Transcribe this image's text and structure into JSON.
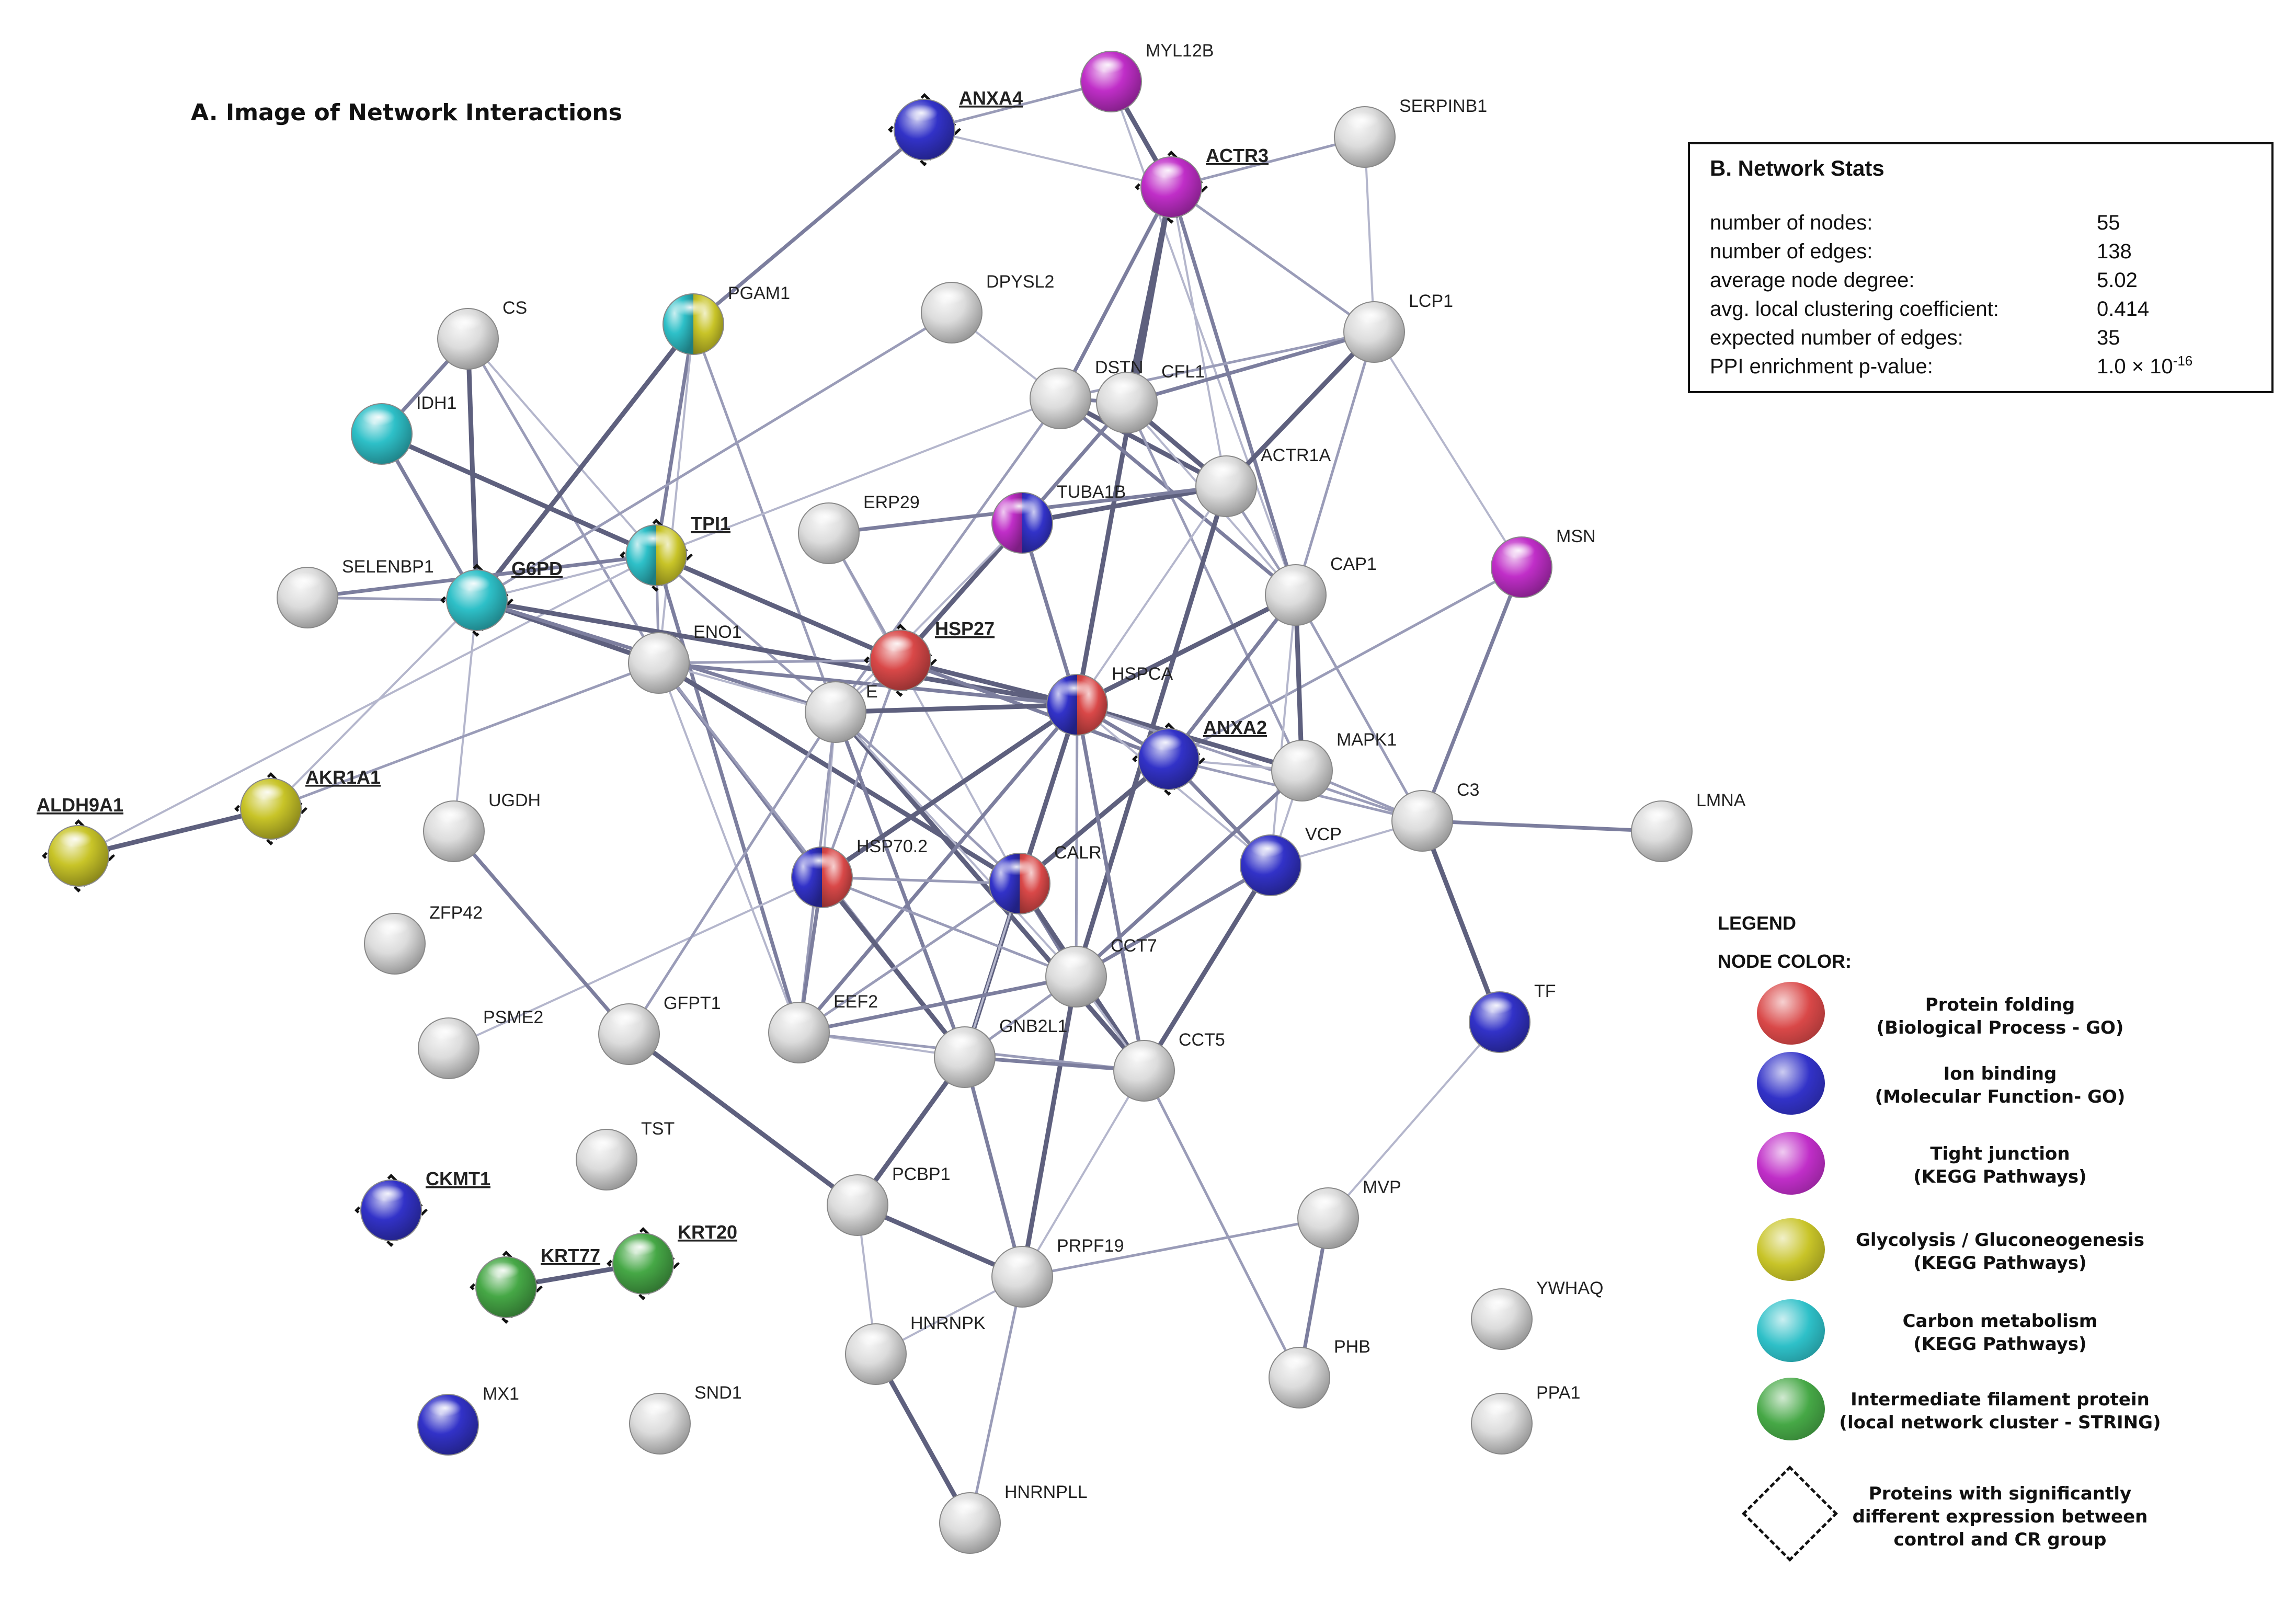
{
  "title": "A. Image of Network Interactions",
  "colors": {
    "folding": "#d94848",
    "ion": "#3232c8",
    "tight": "#c02ec8",
    "glyco": "#c8c428",
    "carbon": "#2ec0c8",
    "filament": "#46a846",
    "plain": "#dcdcdc"
  },
  "stats": {
    "title": "B. Network Stats",
    "rows": [
      {
        "label": "number of nodes:",
        "value": "55"
      },
      {
        "label": "number of edges:",
        "value": "138"
      },
      {
        "label": "average node degree:",
        "value": "5.02"
      },
      {
        "label": "avg. local clustering coefficient:",
        "value": "0.414"
      },
      {
        "label": "expected number of edges:",
        "value": "35"
      },
      {
        "label": "PPI enrichment p-value:",
        "value": "1.0 × 10",
        "exp": "-16"
      }
    ]
  },
  "legend": {
    "heading": "LEGEND",
    "subheading": "NODE COLOR:",
    "items": [
      {
        "key": "folding",
        "line1": "Protein folding",
        "line2": "(Biological Process - GO)"
      },
      {
        "key": "ion",
        "line1": "Ion binding",
        "line2": "(Molecular Function- GO)"
      },
      {
        "key": "tight",
        "line1": "Tight junction",
        "line2": "(KEGG Pathways)"
      },
      {
        "key": "glyco",
        "line1": "Glycolysis / Gluconeogenesis",
        "line2": "(KEGG Pathways)"
      },
      {
        "key": "carbon",
        "line1": "Carbon metabolism",
        "line2": "(KEGG Pathways)"
      },
      {
        "key": "filament",
        "line1": "Intermediate filament protein",
        "line2": "(local network cluster - STRING)"
      }
    ],
    "diamond_lines": [
      "Proteins with significantly",
      "different expression between",
      "control and CR group"
    ]
  },
  "nodes": [
    {
      "id": "ANXA4",
      "label": "ANXA4",
      "colors": [
        "ion"
      ],
      "sig": true
    },
    {
      "id": "MYL12B",
      "label": "MYL12B",
      "colors": [
        "tight"
      ],
      "sig": false
    },
    {
      "id": "ACTR3",
      "label": "ACTR3",
      "colors": [
        "tight"
      ],
      "sig": true
    },
    {
      "id": "SERPINB1",
      "label": "SERPINB1",
      "colors": [],
      "sig": false
    },
    {
      "id": "CS",
      "label": "CS",
      "colors": [],
      "sig": false
    },
    {
      "id": "PGAM1",
      "label": "PGAM1",
      "colors": [
        "carbon",
        "glyco"
      ],
      "sig": false
    },
    {
      "id": "DPYSL2",
      "label": "DPYSL2",
      "colors": [],
      "sig": false
    },
    {
      "id": "LCP1",
      "label": "LCP1",
      "colors": [],
      "sig": false
    },
    {
      "id": "IDH1",
      "label": "IDH1",
      "colors": [
        "carbon"
      ],
      "sig": false
    },
    {
      "id": "DSTN",
      "label": "DSTN",
      "colors": [],
      "sig": false
    },
    {
      "id": "CFL1",
      "label": "CFL1",
      "colors": [],
      "sig": false
    },
    {
      "id": "ACTR1A",
      "label": "ACTR1A",
      "colors": [],
      "sig": false
    },
    {
      "id": "TPI1",
      "label": "TPI1",
      "colors": [
        "carbon",
        "glyco"
      ],
      "sig": true
    },
    {
      "id": "ERP29",
      "label": "ERP29",
      "colors": [],
      "sig": false
    },
    {
      "id": "TUBA1B",
      "label": "TUBA1B",
      "colors": [
        "tight",
        "ion"
      ],
      "sig": false
    },
    {
      "id": "MSN",
      "label": "MSN",
      "colors": [
        "tight"
      ],
      "sig": false
    },
    {
      "id": "SELENBP1",
      "label": "SELENBP1",
      "colors": [],
      "sig": false
    },
    {
      "id": "G6PD",
      "label": "G6PD",
      "colors": [
        "carbon"
      ],
      "sig": true
    },
    {
      "id": "CAP1",
      "label": "CAP1",
      "colors": [],
      "sig": false
    },
    {
      "id": "ENO1",
      "label": "ENO1",
      "colors": [],
      "sig": false
    },
    {
      "id": "HSP27",
      "label": "HSP27",
      "colors": [
        "folding"
      ],
      "sig": true
    },
    {
      "id": "E",
      "label": "E",
      "colors": [],
      "sig": false
    },
    {
      "id": "HSPCA",
      "label": "HSPCA",
      "colors": [
        "ion",
        "folding"
      ],
      "sig": false
    },
    {
      "id": "ANXA2",
      "label": "ANXA2",
      "colors": [
        "ion"
      ],
      "sig": true
    },
    {
      "id": "MAPK1",
      "label": "MAPK1",
      "colors": [],
      "sig": false
    },
    {
      "id": "AKR1A1",
      "label": "AKR1A1",
      "colors": [
        "glyco"
      ],
      "sig": true
    },
    {
      "id": "C3",
      "label": "C3",
      "colors": [],
      "sig": false
    },
    {
      "id": "ALDH9A1",
      "label": "ALDH9A1",
      "colors": [
        "glyco"
      ],
      "sig": true
    },
    {
      "id": "UGDH",
      "label": "UGDH",
      "colors": [],
      "sig": false
    },
    {
      "id": "LMNA",
      "label": "LMNA",
      "colors": [],
      "sig": false
    },
    {
      "id": "HSP70.2",
      "label": "HSP70.2",
      "colors": [
        "ion",
        "folding"
      ],
      "sig": false
    },
    {
      "id": "CALR",
      "label": "CALR",
      "colors": [
        "ion",
        "folding"
      ],
      "sig": false
    },
    {
      "id": "VCP",
      "label": "VCP",
      "colors": [
        "ion"
      ],
      "sig": false
    },
    {
      "id": "ZFP42",
      "label": "ZFP42",
      "colors": [],
      "sig": false
    },
    {
      "id": "CCT7",
      "label": "CCT7",
      "colors": [],
      "sig": false
    },
    {
      "id": "TF",
      "label": "TF",
      "colors": [
        "ion"
      ],
      "sig": false
    },
    {
      "id": "PSME2",
      "label": "PSME2",
      "colors": [],
      "sig": false
    },
    {
      "id": "GFPT1",
      "label": "GFPT1",
      "colors": [],
      "sig": false
    },
    {
      "id": "EEF2",
      "label": "EEF2",
      "colors": [],
      "sig": false
    },
    {
      "id": "GNB2L1",
      "label": "GNB2L1",
      "colors": [],
      "sig": false
    },
    {
      "id": "CCT5",
      "label": "CCT5",
      "colors": [],
      "sig": false
    },
    {
      "id": "TST",
      "label": "TST",
      "colors": [],
      "sig": false
    },
    {
      "id": "CKMT1",
      "label": "CKMT1",
      "colors": [
        "ion"
      ],
      "sig": true
    },
    {
      "id": "PCBP1",
      "label": "PCBP1",
      "colors": [],
      "sig": false
    },
    {
      "id": "MVP",
      "label": "MVP",
      "colors": [],
      "sig": false
    },
    {
      "id": "KRT77",
      "label": "KRT77",
      "colors": [
        "filament"
      ],
      "sig": true
    },
    {
      "id": "KRT20",
      "label": "KRT20",
      "colors": [
        "filament"
      ],
      "sig": true
    },
    {
      "id": "PRPF19",
      "label": "PRPF19",
      "colors": [],
      "sig": false
    },
    {
      "id": "YWHAQ",
      "label": "YWHAQ",
      "colors": [],
      "sig": false
    },
    {
      "id": "HNRNPK",
      "label": "HNRNPK",
      "colors": [],
      "sig": false
    },
    {
      "id": "PHB",
      "label": "PHB",
      "colors": [],
      "sig": false
    },
    {
      "id": "MX1",
      "label": "MX1",
      "colors": [
        "ion"
      ],
      "sig": false
    },
    {
      "id": "SND1",
      "label": "SND1",
      "colors": [],
      "sig": false
    },
    {
      "id": "PPA1",
      "label": "PPA1",
      "colors": [],
      "sig": false
    },
    {
      "id": "HNRNPLL",
      "label": "HNRNPLL",
      "colors": [],
      "sig": false
    }
  ],
  "edges": [
    [
      "ANXA4",
      "ACTR3"
    ],
    [
      "ANXA4",
      "MYL12B"
    ],
    [
      "ANXA4",
      "PGAM1"
    ],
    [
      "MYL12B",
      "ACTR3"
    ],
    [
      "MYL12B",
      "CAP1"
    ],
    [
      "ACTR3",
      "SERPINB1"
    ],
    [
      "ACTR3",
      "DSTN"
    ],
    [
      "ACTR3",
      "CFL1"
    ],
    [
      "ACTR3",
      "ACTR1A"
    ],
    [
      "ACTR3",
      "LCP1"
    ],
    [
      "ACTR3",
      "CAP1"
    ],
    [
      "ACTR3",
      "HSPCA"
    ],
    [
      "SERPINB1",
      "LCP1"
    ],
    [
      "LCP1",
      "DSTN"
    ],
    [
      "LCP1",
      "CFL1"
    ],
    [
      "LCP1",
      "ACTR1A"
    ],
    [
      "LCP1",
      "MSN"
    ],
    [
      "LCP1",
      "CAP1"
    ],
    [
      "CS",
      "IDH1"
    ],
    [
      "CS",
      "G6PD"
    ],
    [
      "CS",
      "TPI1"
    ],
    [
      "CS",
      "ENO1"
    ],
    [
      "PGAM1",
      "TPI1"
    ],
    [
      "PGAM1",
      "G6PD"
    ],
    [
      "PGAM1",
      "ENO1"
    ],
    [
      "PGAM1",
      "E"
    ],
    [
      "IDH1",
      "G6PD"
    ],
    [
      "IDH1",
      "TPI1"
    ],
    [
      "DPYSL2",
      "DSTN"
    ],
    [
      "DPYSL2",
      "G6PD"
    ],
    [
      "DSTN",
      "CFL1"
    ],
    [
      "DSTN",
      "ACTR1A"
    ],
    [
      "DSTN",
      "TPI1"
    ],
    [
      "DSTN",
      "E"
    ],
    [
      "DSTN",
      "CAP1"
    ],
    [
      "CFL1",
      "ACTR1A"
    ],
    [
      "CFL1",
      "CAP1"
    ],
    [
      "CFL1",
      "MAPK1"
    ],
    [
      "CFL1",
      "TUBA1B"
    ],
    [
      "ACTR1A",
      "TUBA1B"
    ],
    [
      "ACTR1A",
      "HSPCA"
    ],
    [
      "ACTR1A",
      "CAP1"
    ],
    [
      "ACTR1A",
      "ERP29"
    ],
    [
      "ACTR1A",
      "CCT7"
    ],
    [
      "TPI1",
      "G6PD"
    ],
    [
      "TPI1",
      "ENO1"
    ],
    [
      "TPI1",
      "SELENBP1"
    ],
    [
      "TPI1",
      "HSP27"
    ],
    [
      "TPI1",
      "ALDH9A1"
    ],
    [
      "TPI1",
      "E"
    ],
    [
      "TPI1",
      "EEF2"
    ],
    [
      "G6PD",
      "ENO1"
    ],
    [
      "G6PD",
      "UGDH"
    ],
    [
      "G6PD",
      "SELENBP1"
    ],
    [
      "G6PD",
      "E"
    ],
    [
      "G6PD",
      "HSPCA"
    ],
    [
      "ERP29",
      "CALR"
    ],
    [
      "ERP29",
      "HSP27"
    ],
    [
      "TUBA1B",
      "HSPCA"
    ],
    [
      "TUBA1B",
      "HSP27"
    ],
    [
      "TUBA1B",
      "E"
    ],
    [
      "MSN",
      "ANXA2"
    ],
    [
      "MSN",
      "C3"
    ],
    [
      "CAP1",
      "MAPK1"
    ],
    [
      "CAP1",
      "VCP"
    ],
    [
      "CAP1",
      "C3"
    ],
    [
      "CAP1",
      "ANXA2"
    ],
    [
      "CAP1",
      "HSPCA"
    ],
    [
      "ENO1",
      "E"
    ],
    [
      "ENO1",
      "HSP27"
    ],
    [
      "ENO1",
      "HSP70.2"
    ],
    [
      "ENO1",
      "CALR"
    ],
    [
      "ENO1",
      "EEF2"
    ],
    [
      "ENO1",
      "GNB2L1"
    ],
    [
      "ENO1",
      "HSPCA"
    ],
    [
      "HSP27",
      "HSPCA"
    ],
    [
      "HSP27",
      "E"
    ],
    [
      "HSP27",
      "HSP70.2"
    ],
    [
      "HSP27",
      "ANXA2"
    ],
    [
      "E",
      "HSPCA"
    ],
    [
      "E",
      "HSP70.2"
    ],
    [
      "E",
      "CALR"
    ],
    [
      "E",
      "GNB2L1"
    ],
    [
      "E",
      "CCT5"
    ],
    [
      "E",
      "CCT7"
    ],
    [
      "E",
      "EEF2"
    ],
    [
      "HSPCA",
      "ANXA2"
    ],
    [
      "HSPCA",
      "HSP70.2"
    ],
    [
      "HSPCA",
      "CALR"
    ],
    [
      "HSPCA",
      "CCT7"
    ],
    [
      "HSPCA",
      "CCT5"
    ],
    [
      "HSPCA",
      "MAPK1"
    ],
    [
      "HSPCA",
      "VCP"
    ],
    [
      "HSPCA",
      "C3"
    ],
    [
      "HSPCA",
      "EEF2"
    ],
    [
      "HSPCA",
      "GNB2L1"
    ],
    [
      "ANXA2",
      "MAPK1"
    ],
    [
      "ANXA2",
      "C3"
    ],
    [
      "ANXA2",
      "VCP"
    ],
    [
      "ANXA2",
      "CALR"
    ],
    [
      "MAPK1",
      "VCP"
    ],
    [
      "MAPK1",
      "C3"
    ],
    [
      "MAPK1",
      "CCT7"
    ],
    [
      "AKR1A1",
      "ALDH9A1"
    ],
    [
      "AKR1A1",
      "G6PD"
    ],
    [
      "AKR1A1",
      "ENO1"
    ],
    [
      "C3",
      "LMNA"
    ],
    [
      "C3",
      "TF"
    ],
    [
      "C3",
      "VCP"
    ],
    [
      "HSP70.2",
      "CALR"
    ],
    [
      "HSP70.2",
      "EEF2"
    ],
    [
      "HSP70.2",
      "GNB2L1"
    ],
    [
      "HSP70.2",
      "PSME2"
    ],
    [
      "HSP70.2",
      "CCT7"
    ],
    [
      "CALR",
      "CCT7"
    ],
    [
      "CALR",
      "CCT5"
    ],
    [
      "CALR",
      "GNB2L1"
    ],
    [
      "CALR",
      "EEF2"
    ],
    [
      "VCP",
      "CCT7"
    ],
    [
      "VCP",
      "CCT5"
    ],
    [
      "CCT7",
      "CCT5"
    ],
    [
      "CCT7",
      "GNB2L1"
    ],
    [
      "CCT7",
      "EEF2"
    ],
    [
      "CCT7",
      "PRPF19"
    ],
    [
      "TF",
      "MVP"
    ],
    [
      "GFPT1",
      "E"
    ],
    [
      "GFPT1",
      "UGDH"
    ],
    [
      "GFPT1",
      "PCBP1"
    ],
    [
      "EEF2",
      "GNB2L1"
    ],
    [
      "EEF2",
      "CCT5"
    ],
    [
      "GNB2L1",
      "CCT5"
    ],
    [
      "GNB2L1",
      "PCBP1"
    ],
    [
      "CCT5",
      "PRPF19"
    ],
    [
      "CCT5",
      "PHB"
    ],
    [
      "CCT5",
      "HSPCA"
    ],
    [
      "PCBP1",
      "PRPF19"
    ],
    [
      "PCBP1",
      "HNRNPK"
    ],
    [
      "MVP",
      "PRPF19"
    ],
    [
      "MVP",
      "PHB"
    ],
    [
      "KRT77",
      "KRT20"
    ],
    [
      "PRPF19",
      "HNRNPK"
    ],
    [
      "PRPF19",
      "HNRNPLL"
    ],
    [
      "PRPF19",
      "GNB2L1"
    ],
    [
      "HNRNPK",
      "HNRNPLL"
    ]
  ]
}
